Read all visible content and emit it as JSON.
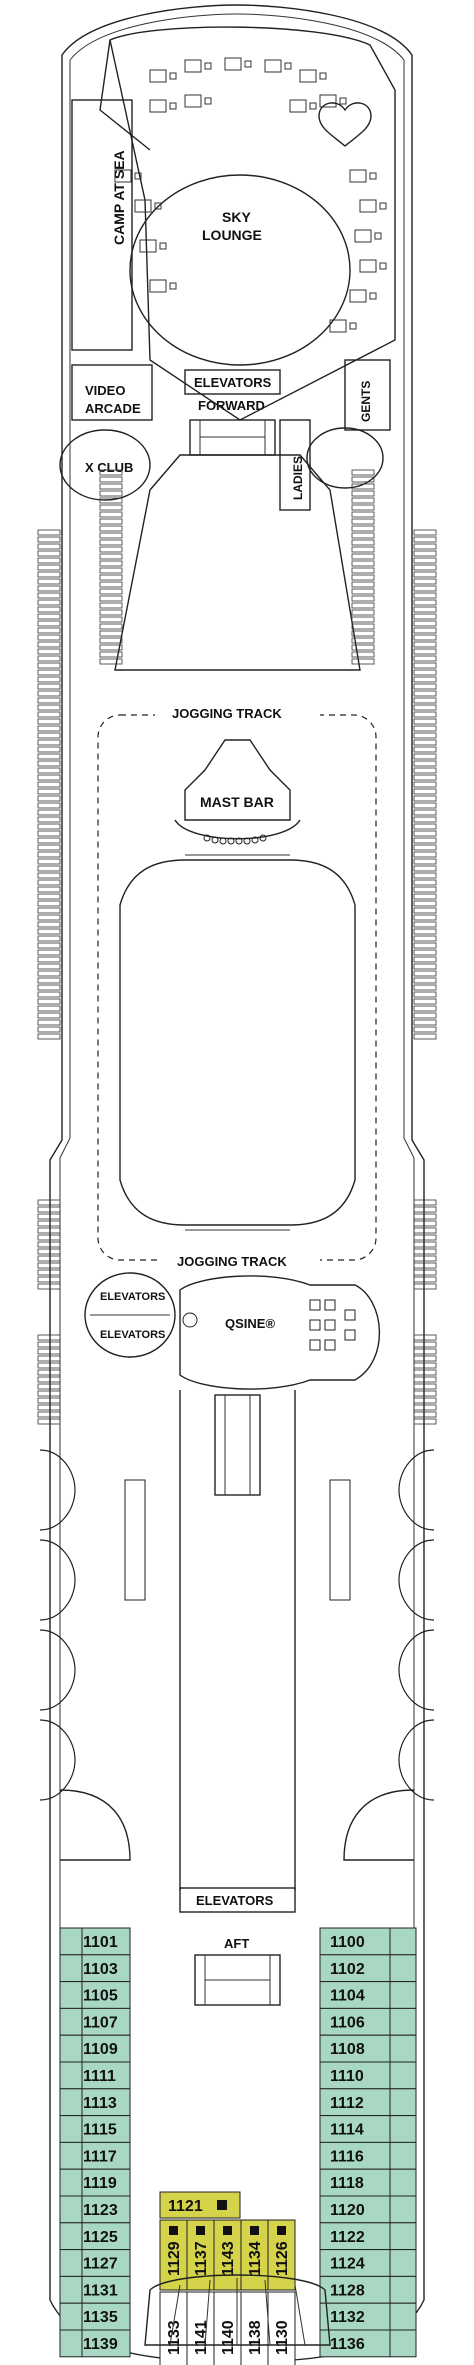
{
  "colors": {
    "stateroom": "#a8d8c4",
    "stateroom_highlight": "#d4d34a",
    "outline": "#222222",
    "background": "#ffffff"
  },
  "venues": {
    "camp_at_sea": "CAMP AT SEA",
    "sky_lounge_line1": "SKY",
    "sky_lounge_line2": "LOUNGE",
    "video_line1": "VIDEO",
    "video_line2": "ARCADE",
    "x_club": "X CLUB",
    "elevators_forward_sign": "ELEVATORS",
    "forward": "FORWARD",
    "ladies": "LADIES",
    "gents": "GENTS",
    "jogging_track_top": "JOGGING TRACK",
    "mast_bar": "MAST BAR",
    "jogging_track_bottom": "JOGGING TRACK",
    "elevators_round_1": "ELEVATORS",
    "elevators_round_2": "ELEVATORS",
    "qsine": "QSINE®",
    "elevators_aft_sign": "ELEVATORS",
    "aft": "AFT"
  },
  "staterooms": {
    "left_column": [
      "1101",
      "1103",
      "1105",
      "1107",
      "1109",
      "1111",
      "1113",
      "1115",
      "1117",
      "1119",
      "1123",
      "1125",
      "1127",
      "1131",
      "1135",
      "1139"
    ],
    "right_column": [
      "1100",
      "1102",
      "1104",
      "1106",
      "1108",
      "1110",
      "1112",
      "1114",
      "1116",
      "1118",
      "1120",
      "1122",
      "1124",
      "1128",
      "1132",
      "1136"
    ],
    "highlighted_top": "1121",
    "highlighted_vertical": [
      "1129",
      "1137",
      "1143",
      "1134",
      "1126"
    ],
    "center_vertical": [
      "1133",
      "1141",
      "1140",
      "1138",
      "1130"
    ]
  }
}
